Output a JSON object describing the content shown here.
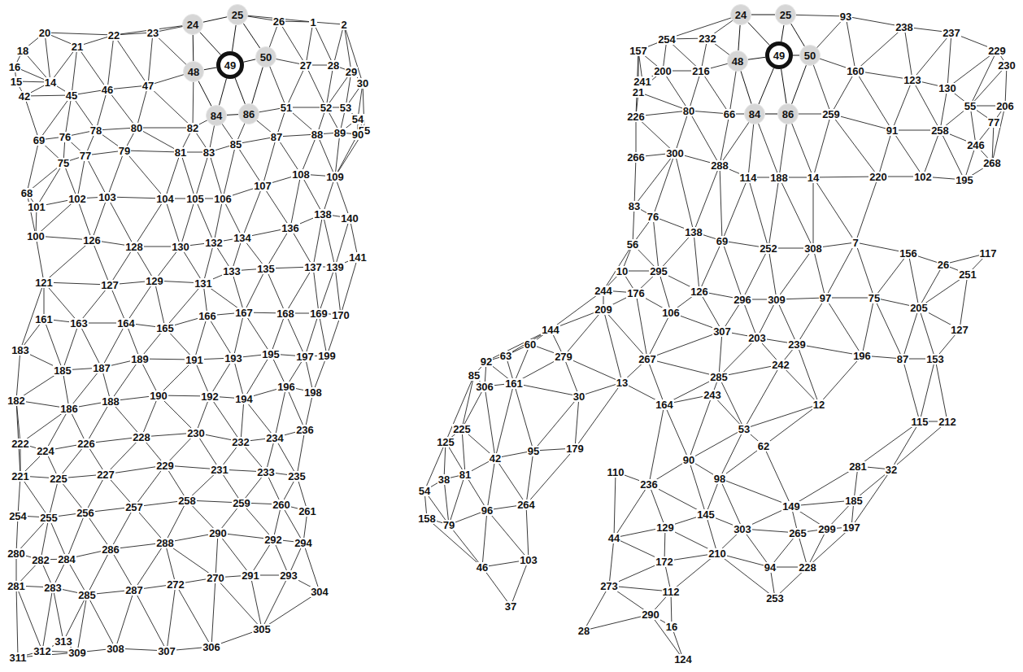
{
  "diagram": {
    "nodes": [
      {
        "text": [
          "24"
        ]
      },
      {
        "text": [
          "25"
        ]
      },
      {
        "text": [
          "48"
        ]
      },
      {
        "text": [
          "49"
        ]
      },
      {
        "text": [
          "50"
        ]
      },
      {
        "text": [
          "84"
        ]
      },
      {
        "text": [
          "86"
        ]
      },
      {
        "text": [
          "24"
        ]
      },
      {
        "text": [
          "25"
        ]
      },
      {
        "text": [
          "48"
        ]
      },
      {
        "text": [
          "49"
        ]
      },
      {
        "text": [
          "50"
        ]
      },
      {
        "text": [
          "84"
        ]
      },
      {
        "text": [
          "86"
        ]
      }
    ],
    "edges": [
      {
        "from": 0,
        "to": 1,
        "arrow": "none"
      },
      {
        "from": 0,
        "to": 2,
        "arrow": "none"
      },
      {
        "from": 0,
        "to": 3,
        "arrow": "none"
      },
      {
        "from": 1,
        "to": 3,
        "arrow": "none"
      },
      {
        "from": 1,
        "to": 4,
        "arrow": "none"
      },
      {
        "from": 2,
        "to": 3,
        "arrow": "none"
      },
      {
        "from": 3,
        "to": 4,
        "arrow": "none"
      },
      {
        "from": 2,
        "to": 5,
        "arrow": "none"
      },
      {
        "from": 3,
        "to": 5,
        "arrow": "none"
      },
      {
        "from": 3,
        "to": 6,
        "arrow": "none"
      },
      {
        "from": 5,
        "to": 6,
        "arrow": "none"
      },
      {
        "from": 4,
        "to": 6,
        "arrow": "none"
      },
      {
        "from": 7,
        "to": 8,
        "arrow": "none"
      },
      {
        "from": 7,
        "to": 9,
        "arrow": "none"
      },
      {
        "from": 7,
        "to": 10,
        "arrow": "none"
      },
      {
        "from": 8,
        "to": 10,
        "arrow": "none"
      },
      {
        "from": 8,
        "to": 11,
        "arrow": "none"
      },
      {
        "from": 9,
        "to": 10,
        "arrow": "none"
      },
      {
        "from": 10,
        "to": 11,
        "arrow": "none"
      },
      {
        "from": 9,
        "to": 12,
        "arrow": "none"
      },
      {
        "from": 10,
        "to": 12,
        "arrow": "none"
      },
      {
        "from": 10,
        "to": 13,
        "arrow": "none"
      },
      {
        "from": 12,
        "to": 13,
        "arrow": "none"
      },
      {
        "from": 11,
        "to": 13,
        "arrow": "none"
      }
    ],
    "labels": [
      "20",
      "21",
      "22",
      "23",
      "26",
      "1",
      "2",
      "18",
      "16",
      "15",
      "14",
      "42",
      "45",
      "46",
      "47",
      "27",
      "28",
      "29",
      "30",
      "76",
      "78",
      "80",
      "82",
      "51",
      "52",
      "53",
      "54",
      "55",
      "69",
      "75",
      "77",
      "79",
      "81",
      "83",
      "85",
      "87",
      "88",
      "89",
      "90",
      "68",
      "101",
      "102",
      "103",
      "104",
      "105",
      "106",
      "107",
      "108",
      "109",
      "100",
      "126",
      "128",
      "130",
      "132",
      "134",
      "136",
      "138",
      "140",
      "121",
      "127",
      "129",
      "131",
      "133",
      "135",
      "137",
      "139",
      "141",
      "161",
      "163",
      "164",
      "165",
      "166",
      "167",
      "168",
      "169",
      "170",
      "183",
      "185",
      "187",
      "189",
      "191",
      "193",
      "195",
      "197",
      "199",
      "182",
      "186",
      "188",
      "190",
      "192",
      "194",
      "196",
      "198",
      "222",
      "224",
      "226",
      "228",
      "230",
      "232",
      "234",
      "236",
      "221",
      "225",
      "227",
      "229",
      "231",
      "233",
      "235",
      "254",
      "255",
      "256",
      "257",
      "258",
      "259",
      "260",
      "261",
      "280",
      "282",
      "284",
      "286",
      "288",
      "290",
      "292",
      "294",
      "281",
      "283",
      "285",
      "287",
      "272",
      "270",
      "291",
      "293",
      "304",
      "311",
      "312",
      "313",
      "309",
      "308",
      "307",
      "306",
      "305",
      "254",
      "232",
      "93",
      "238",
      "237",
      "229",
      "230",
      "157",
      "200",
      "216",
      "241",
      "160",
      "123",
      "130",
      "55",
      "206",
      "21",
      "226",
      "80",
      "66",
      "259",
      "91",
      "258",
      "77",
      "246",
      "266",
      "300",
      "288",
      "114",
      "188",
      "14",
      "220",
      "102",
      "195",
      "268",
      "83",
      "76",
      "138",
      "69",
      "252",
      "308",
      "7",
      "156",
      "26",
      "117",
      "56",
      "10",
      "295",
      "251",
      "244",
      "176",
      "126",
      "296",
      "309",
      "97",
      "75",
      "205",
      "209",
      "106",
      "307",
      "203",
      "239",
      "196",
      "87",
      "153",
      "127",
      "144",
      "60",
      "63",
      "279",
      "267",
      "285",
      "242",
      "92",
      "85",
      "306",
      "161",
      "30",
      "13",
      "164",
      "243",
      "12",
      "115",
      "212",
      "53",
      "225",
      "125",
      "42",
      "95",
      "179",
      "90",
      "62",
      "281",
      "32",
      "38",
      "81",
      "54",
      "158",
      "79",
      "96",
      "264",
      "110",
      "236",
      "98",
      "149",
      "185",
      "145",
      "129",
      "44",
      "303",
      "265",
      "299",
      "197",
      "46",
      "103",
      "210",
      "172",
      "94",
      "228",
      "273",
      "112",
      "253",
      "37",
      "290",
      "16",
      "28",
      "124"
    ]
  }
}
